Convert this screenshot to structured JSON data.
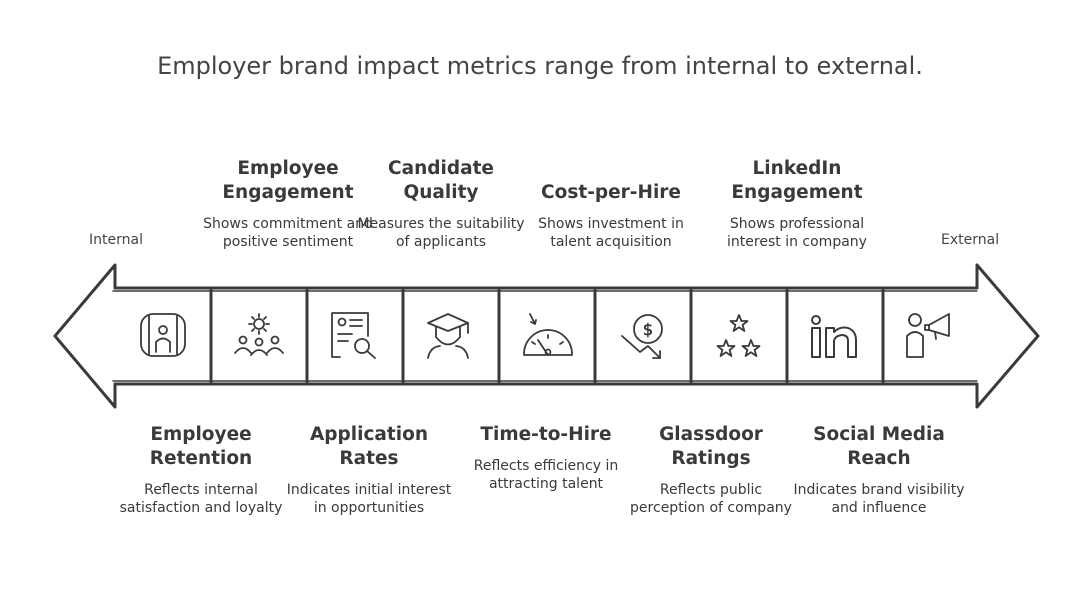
{
  "title": "Employer brand impact metrics range from internal to external.",
  "scale": {
    "left_label": "Internal",
    "right_label": "External"
  },
  "metrics": [
    {
      "id": "retention",
      "title": "Employee Retention",
      "desc": "Reflects internal satisfaction and loyalty",
      "icon": "employee-retention-icon"
    },
    {
      "id": "engagement",
      "title": "Employee Engagement",
      "desc": "Shows commitment and positive sentiment",
      "icon": "team-engagement-icon"
    },
    {
      "id": "applications",
      "title": "Application Rates",
      "desc": "Indicates initial interest in opportunities",
      "icon": "application-search-icon"
    },
    {
      "id": "quality",
      "title": "Candidate Quality",
      "desc": "Measures the suitability of applicants",
      "icon": "graduate-icon"
    },
    {
      "id": "time",
      "title": "Time-to-Hire",
      "desc": "Reflects efficiency in attracting talent",
      "icon": "speedometer-icon"
    },
    {
      "id": "cost",
      "title": "Cost-per-Hire",
      "desc": "Shows investment in talent acquisition",
      "icon": "dollar-decline-icon"
    },
    {
      "id": "glassdoor",
      "title": "Glassdoor Ratings",
      "desc": "Reflects public perception of company",
      "icon": "stars-rating-icon"
    },
    {
      "id": "linkedin",
      "title": "LinkedIn Engagement",
      "desc": "Shows professional interest in company",
      "icon": "linkedin-icon"
    },
    {
      "id": "social",
      "title": "Social Media Reach",
      "desc": "Indicates brand visibility and influence",
      "icon": "megaphone-person-icon"
    }
  ]
}
